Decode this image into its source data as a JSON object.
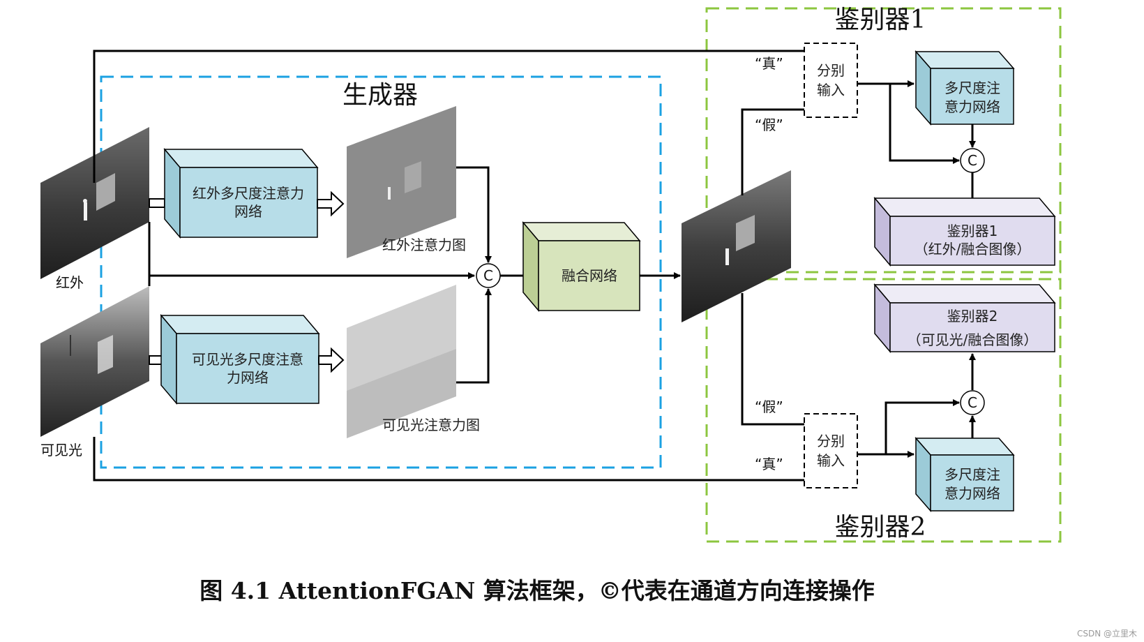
{
  "generator": {
    "title": "生成器",
    "border_color": "#1ba1e2"
  },
  "discriminator1": {
    "title": "鉴别器1",
    "border_color": "#8cc63f"
  },
  "discriminator2": {
    "title": "鉴别器2",
    "border_color": "#8cc63f"
  },
  "inputs": {
    "infrared_label": "红外",
    "visible_label": "可见光"
  },
  "boxes": {
    "ir_attention_net": {
      "line1": "红外多尺度注意力",
      "line2": "网络"
    },
    "vis_attention_net": {
      "line1": "可见光多尺度注意",
      "line2": "力网络"
    },
    "fusion_net": {
      "line1": "融合网络"
    },
    "d1_split": {
      "line1": "分别",
      "line2": "输入"
    },
    "d2_split": {
      "line1": "分别",
      "line2": "输入"
    },
    "d1_attention": {
      "line1": "多尺度注",
      "line2": "意力网络"
    },
    "d2_attention": {
      "line1": "多尺度注",
      "line2": "意力网络"
    },
    "d1_judge": {
      "line1": "鉴别器1",
      "line2": "（红外/融合图像）"
    },
    "d2_judge": {
      "line1": "鉴别器2",
      "line2": "（可见光/融合图像）"
    }
  },
  "maps": {
    "ir_map_label": "红外注意力图",
    "vis_map_label": "可见光注意力图"
  },
  "concat_symbol": "C",
  "signals": {
    "real": "“真”",
    "fake": "“假”"
  },
  "caption": "图  4.1 AttentionFGAN 算法框架，©代表在通道方向连接操作",
  "watermark": "CSDN @立里木",
  "colors": {
    "blue_box": "#b7dde8",
    "green_box": "#d7e4bc",
    "purple_box": "#e0dcef"
  }
}
